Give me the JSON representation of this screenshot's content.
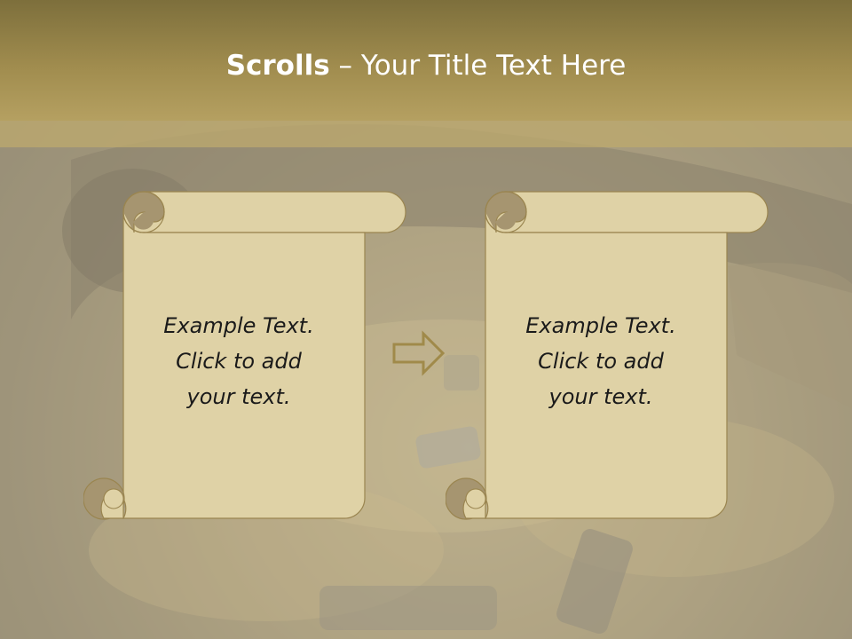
{
  "slide": {
    "title_bold": "Scrolls",
    "title_rest": " – Your Title Text Here"
  },
  "scrolls": [
    {
      "lines": [
        "Example Text.",
        "Click  to add",
        "your text."
      ]
    },
    {
      "lines": [
        "Example Text.",
        "Click  to add",
        "your text."
      ]
    }
  ],
  "colors": {
    "title_band": "#a08c4e",
    "scroll_fill": "#dfd2a6",
    "scroll_stroke": "#9a8550",
    "arrow_stroke": "#a08a4a"
  },
  "icons": {
    "arrow": "right-arrow-outline-icon"
  }
}
